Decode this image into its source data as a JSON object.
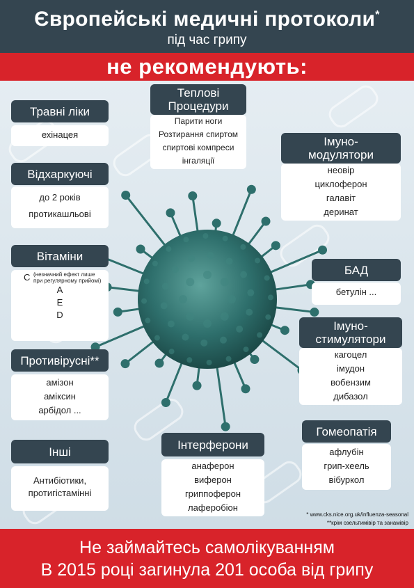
{
  "header": {
    "title": "Європейські медичні протоколи",
    "asterisk": "*",
    "subtitle": "під час грипу"
  },
  "banner": "не рекомендують:",
  "categories": {
    "travni": {
      "title": "Травні ліки",
      "items": [
        "ехінацея"
      ]
    },
    "vidkhark": {
      "title": "Відхаркуючі",
      "items": [
        "до 2 років",
        "протикашльові"
      ]
    },
    "vitamins": {
      "title": "Вітаміни",
      "items": [
        "С",
        "(незначний ефект лише при регулярному прийомі)",
        "А",
        "Е",
        "D"
      ]
    },
    "antiviral": {
      "title": "Противірусні**",
      "items": [
        "амізон",
        "аміксин",
        "арбідол ..."
      ]
    },
    "other": {
      "title": "Інші",
      "items": [
        "Антибіотики,",
        "протигістамінні"
      ]
    },
    "thermal": {
      "title_line1": "Теплові",
      "title_line2": "Процедури",
      "items": [
        "Парити ноги",
        "Розтирання спиртом",
        "спиртові компреси",
        "інгаляції"
      ]
    },
    "immunomod": {
      "title_line1": "Імуно-",
      "title_line2": "модулятори",
      "items": [
        "неовір",
        "циклоферон",
        "галавіт",
        "деринат"
      ]
    },
    "bad": {
      "title": "БАД",
      "items": [
        "бетулін ..."
      ]
    },
    "immunostim": {
      "title_line1": "Імуно-",
      "title_line2": "стимулятори",
      "items": [
        "кагоцел",
        "імудон",
        "вобензим",
        "дибазол"
      ]
    },
    "homeopathy": {
      "title": "Гомеопатія",
      "items": [
        "афлубін",
        "грип-хеель",
        "вібуркол"
      ]
    },
    "interferons": {
      "title": "Інтерферони",
      "items": [
        "анаферон",
        "виферон",
        "гриппоферон",
        "лаферобіон"
      ]
    }
  },
  "footnotes": {
    "source": "* www.cks.nice.org.uk/influenza-seasonal",
    "note": "**крім озельтимівір та занамівір"
  },
  "footer": {
    "line1": "Не займайтесь самолікуванням",
    "line2": "В 2015 році загинула 201 особа від грипу"
  },
  "colors": {
    "dark": "#344550",
    "red": "#d8232a",
    "virus": "#2e6f6c"
  },
  "icons": [
    "virus-illustration",
    "pill-capsule-icon"
  ]
}
